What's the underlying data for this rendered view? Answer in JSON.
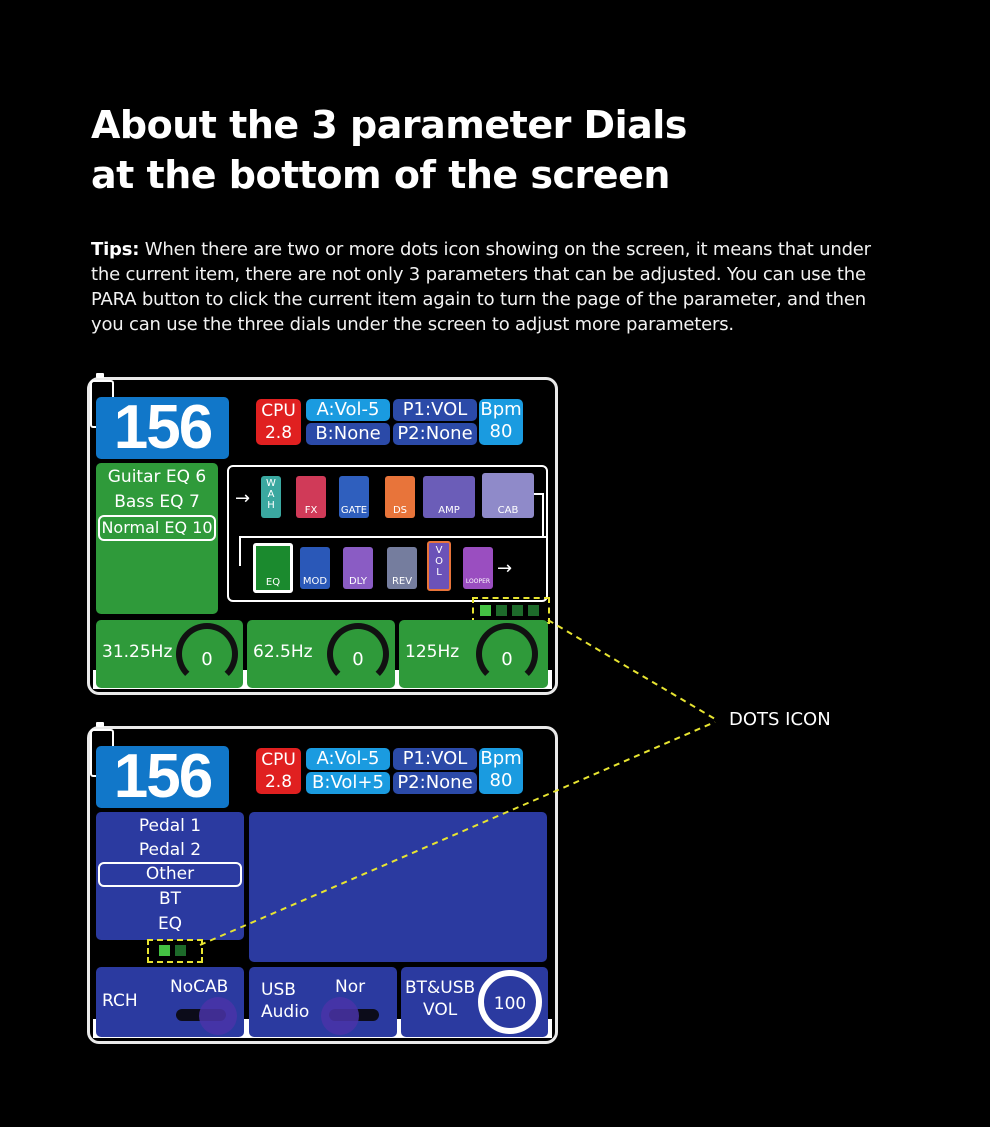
{
  "heading": {
    "line1": "About the 3 parameter Dials",
    "line2": "at the bottom of the screen"
  },
  "tips": {
    "label": "Tips:",
    "text": " When there are two or more dots icon showing on the screen, it means that under the current item, there are not only 3 parameters that can be adjusted. You can use the PARA button to click the current item again to turn the page of the parameter, and then you can use the three dials under the screen to adjust more parameters."
  },
  "callout": "DOTS ICON",
  "colors": {
    "blue": "#1177c9",
    "green": "#2f9a3a",
    "navy": "#2b3aa0",
    "cpu_red": "#e02020",
    "dots_highlight": "#e7e431"
  },
  "screen1": {
    "preset": "156",
    "cpu_label": "CPU",
    "cpu_value": "2.8",
    "a": "A:Vol-5",
    "b": "B:None",
    "p1": "P1:VOL",
    "p2": "P2:None",
    "bpm_label": "Bpm",
    "bpm_value": "80",
    "list": [
      "Guitar EQ 6",
      "Bass EQ 7",
      "Normal EQ 10"
    ],
    "chain_row1": [
      "WAH",
      "FX",
      "GATE",
      "DS",
      "AMP",
      "CAB"
    ],
    "chain_row2": [
      "EQ",
      "MOD",
      "DLY",
      "REV",
      "VOL",
      "LOOPER"
    ],
    "dots_total": 4,
    "dots_active": 1,
    "dials": [
      {
        "label": "31.25Hz",
        "value": "0"
      },
      {
        "label": "62.5Hz",
        "value": "0"
      },
      {
        "label": "125Hz",
        "value": "0"
      }
    ]
  },
  "screen2": {
    "preset": "156",
    "cpu_label": "CPU",
    "cpu_value": "2.8",
    "a": "A:Vol-5",
    "b": "B:Vol+5",
    "p1": "P1:VOL",
    "p2": "P2:None",
    "bpm_label": "Bpm",
    "bpm_value": "80",
    "list": [
      "Pedal 1",
      "Pedal 2",
      "Other",
      "BT",
      "EQ"
    ],
    "dots_total": 2,
    "dots_active": 1,
    "rch": "RCH",
    "nocab": "NoCAB",
    "usb_line1": "USB",
    "usb_line2": "Audio",
    "nor": "Nor",
    "btusb_line1": "BT&USB",
    "btusb_line2": "VOL",
    "vol_value": "100"
  }
}
